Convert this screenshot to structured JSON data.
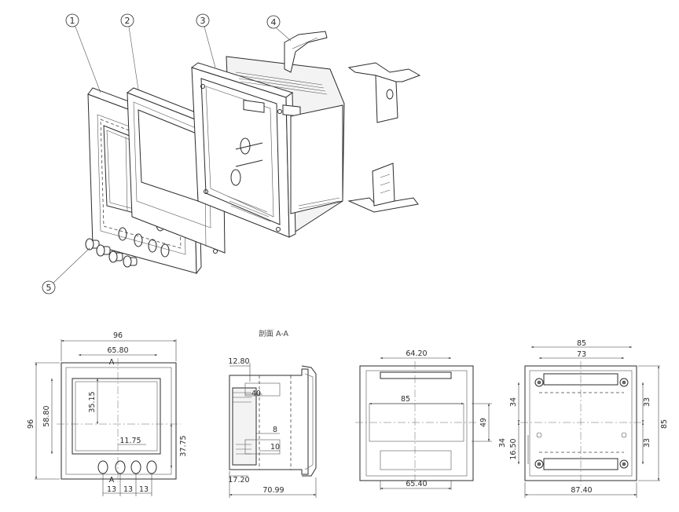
{
  "callouts": [
    "1",
    "2",
    "3",
    "4",
    "5"
  ],
  "section_title": "剖面 A-A",
  "front_view": {
    "width": "96",
    "window_width": "65.80",
    "section_mark": "A",
    "height": "96",
    "window_height": "58.80",
    "window_offset": "35.15",
    "button_offset": "11.75",
    "button_height": "37.75",
    "button_pitch": [
      "13",
      "13",
      "13"
    ]
  },
  "side_view": {
    "flange": "12.80",
    "rib": "40",
    "clip_gap": "8",
    "clip_height": "10",
    "bottom_offset": "17.20",
    "depth": "70.99"
  },
  "rear_view": {
    "top_width": "64.20",
    "inner_width": "85",
    "height": "49",
    "bottom_width": "65.40"
  },
  "back_view": {
    "outer_width": "85",
    "hole_pitch": "73",
    "left_upper": "34",
    "left_lower": "34",
    "left_small": "16.50",
    "right_upper": "33",
    "right_lower": "33",
    "right_height": "85",
    "bottom_width": "87.40"
  }
}
